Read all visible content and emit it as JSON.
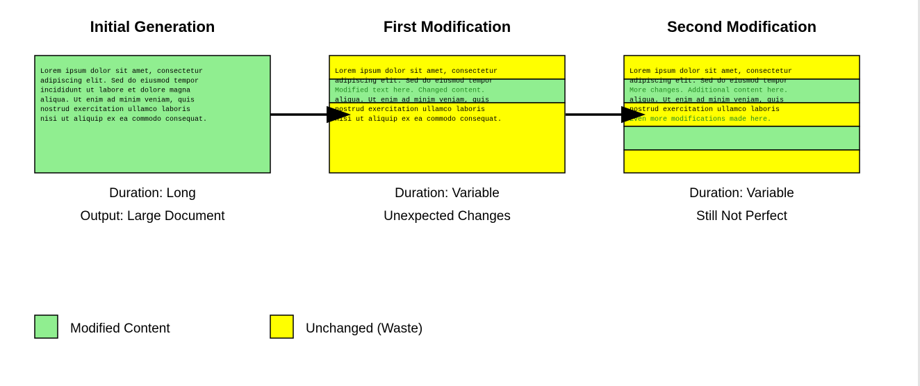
{
  "colors": {
    "modified": "#90EE90",
    "unchanged": "#FFFF00",
    "modified_text": "#228B22",
    "text": "#000000"
  },
  "stages": [
    {
      "title": "Initial Generation",
      "caption1": "Duration: Long",
      "caption2": "Output: Large Document",
      "stripes": [
        "modified"
      ],
      "lines": [
        {
          "text": "Lorem ipsum dolor sit amet, consectetur",
          "modified": false
        },
        {
          "text": "adipiscing elit. Sed do eiusmod tempor",
          "modified": false
        },
        {
          "text": "incididunt ut labore et dolore magna",
          "modified": false
        },
        {
          "text": "aliqua. Ut enim ad minim veniam, quis",
          "modified": false
        },
        {
          "text": "nostrud exercitation ullamco laboris",
          "modified": false
        },
        {
          "text": "nisi ut aliquip ex ea commodo consequat.",
          "modified": false
        }
      ]
    },
    {
      "title": "First Modification",
      "caption1": "Duration: Variable",
      "caption2": "Unexpected Changes",
      "stripes": [
        "unchanged",
        "modified",
        "unchanged-rest"
      ],
      "lines": [
        {
          "text": "Lorem ipsum dolor sit amet, consectetur",
          "modified": false
        },
        {
          "text": "adipiscing elit. Sed do eiusmod tempor",
          "modified": false
        },
        {
          "text": "Modified text here. Changed content.",
          "modified": true
        },
        {
          "text": "aliqua. Ut enim ad minim veniam, quis",
          "modified": false
        },
        {
          "text": "nostrud exercitation ullamco laboris",
          "modified": false
        },
        {
          "text": "nisi ut aliquip ex ea commodo consequat.",
          "modified": false
        }
      ]
    },
    {
      "title": "Second Modification",
      "caption1": "Duration: Variable",
      "caption2": "Still Not Perfect",
      "stripes": [
        "unchanged",
        "modified",
        "unchanged",
        "modified",
        "unchanged"
      ],
      "lines": [
        {
          "text": "Lorem ipsum dolor sit amet, consectetur",
          "modified": false
        },
        {
          "text": "adipiscing elit. Sed do eiusmod tempor",
          "modified": false
        },
        {
          "text": "More changes. Additional content here.",
          "modified": true
        },
        {
          "text": "aliqua. Ut enim ad minim veniam, quis",
          "modified": false
        },
        {
          "text": "nostrud exercitation ullamco laboris",
          "modified": false
        },
        {
          "text": "Even more modifications made here.",
          "modified": true
        }
      ]
    }
  ],
  "legend": [
    {
      "label": "Modified Content",
      "color": "modified"
    },
    {
      "label": "Unchanged (Waste)",
      "color": "unchanged"
    }
  ]
}
